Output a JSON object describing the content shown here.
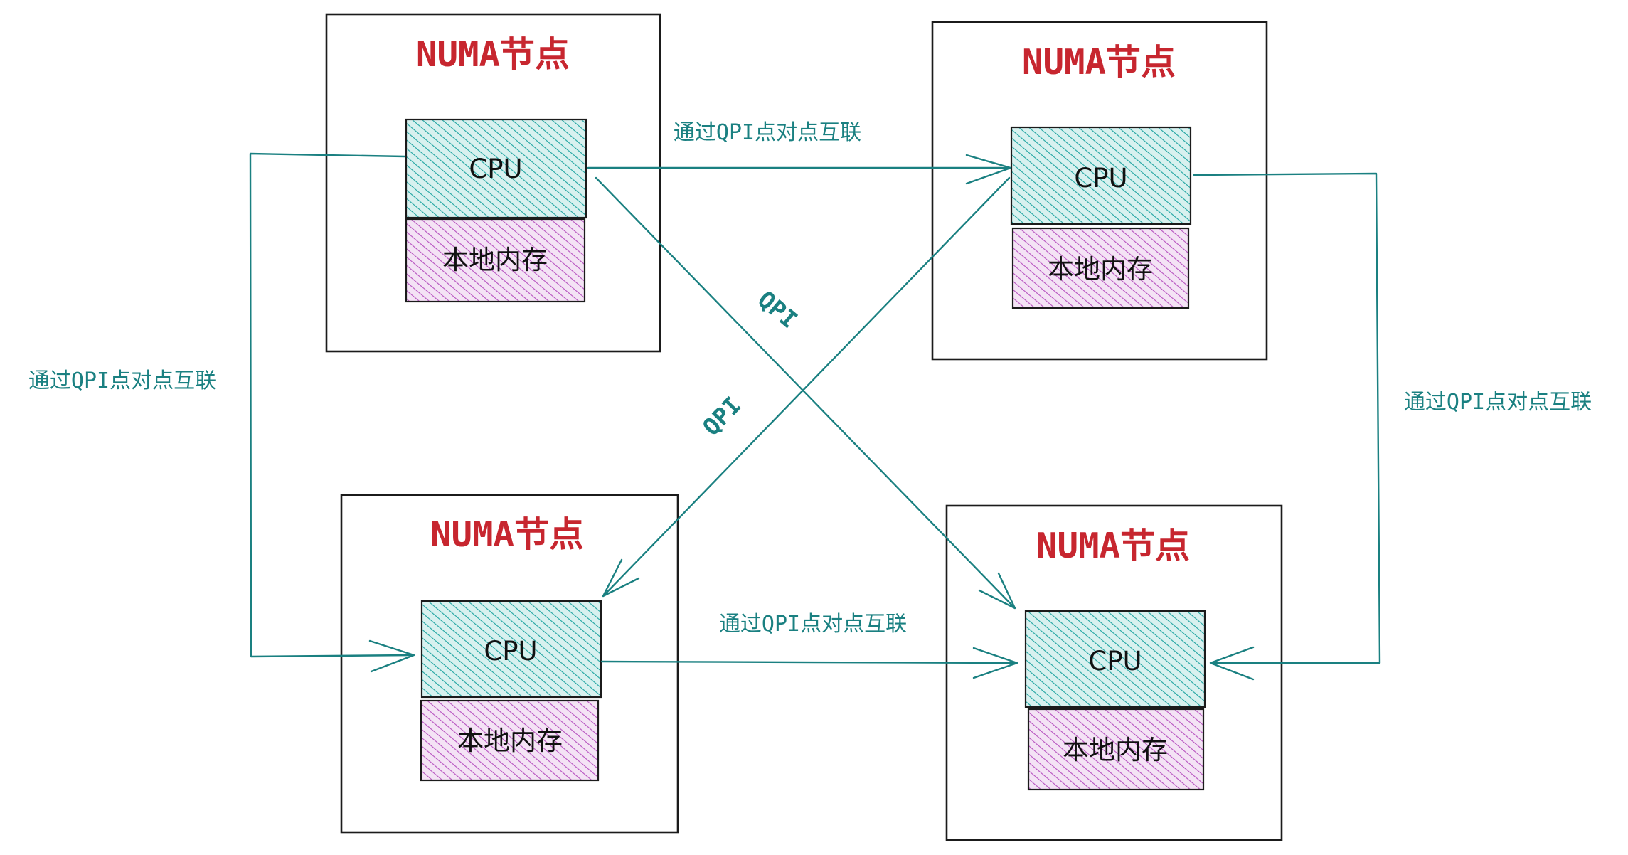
{
  "colors": {
    "title": "#c7262f",
    "cpu_hatch": "#21a5a2",
    "cpu_bg": "#d8f1ef",
    "memory_hatch": "#b753c0",
    "memory_bg": "#f4e3f5",
    "link": "#1a8081",
    "border": "#1b1b1b"
  },
  "nodes": [
    {
      "title": "NUMA节点",
      "cpu_label": "CPU",
      "memory_label": "本地内存"
    },
    {
      "title": "NUMA节点",
      "cpu_label": "CPU",
      "memory_label": "本地内存"
    },
    {
      "title": "NUMA节点",
      "cpu_label": "CPU",
      "memory_label": "本地内存"
    },
    {
      "title": "NUMA节点",
      "cpu_label": "CPU",
      "memory_label": "本地内存"
    }
  ],
  "links": {
    "top": "通过QPI点对点互联",
    "bottom": "通过QPI点对点互联",
    "left": "通过QPI点对点互联",
    "right": "通过QPI点对点互联",
    "diagonal_down": "QPI",
    "diagonal_up": "QPI"
  }
}
